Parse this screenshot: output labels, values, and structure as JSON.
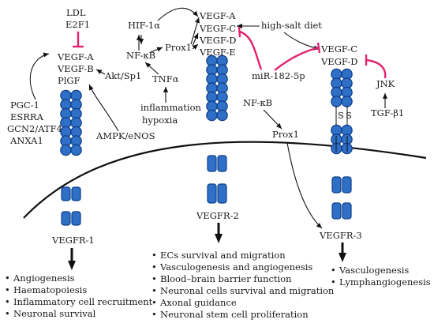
{
  "ligands": {
    "group1": [
      "VEGF-A",
      "VEGF-B",
      "PlGF"
    ],
    "group2": [
      "VEGF-A",
      "VEGF-C",
      "VEGF-D",
      "VEGF-E"
    ],
    "group3": [
      "VEGF-C",
      "VEGF-D"
    ]
  },
  "regulators": {
    "ldl": "LDL",
    "e2f1": "E2F1",
    "hif": "HIF-1α",
    "prox1_top": "Prox1",
    "nfkb_top": "NF-κB",
    "tnf": "TNFα",
    "aktsp1": "Akt/Sp1",
    "inflammation": "inflammation",
    "hypoxia": "hypoxia",
    "ampk": "AMPK/eNOS",
    "left_factors": [
      "PGC-1",
      "ESRRA",
      "GCN2/ATF4",
      "ANXA1"
    ],
    "high_salt": "high-salt diet",
    "mir": "miR-182-5p",
    "jnk": "JNK",
    "tgf": "TGF-β1",
    "nfkb_mid": "NF-κB",
    "prox1_mid": "Prox1"
  },
  "receptors": [
    "VEGFR-1",
    "VEGFR-2",
    "VEGFR-3"
  ],
  "ss_label": "S",
  "outcomes": {
    "r1": [
      "Angiogenesis",
      "Haematopoiesis",
      "Inflammatory cell recruitment",
      "Neuronal survival"
    ],
    "r2": [
      "ECs survival and migration",
      "Vasculogenesis and angiogenesis",
      "Blood–brain barrier function",
      "Neuronal cells survival and migration",
      "Axonal guidance",
      "Neuronal stem cell proliferation"
    ],
    "r3": [
      "Vasculogenesis",
      "Lymphangiogenesis"
    ]
  },
  "bullet": "•",
  "colors": {
    "receptor": "#2f6fc6",
    "receptor_outline": "#0e3f8c",
    "inhibition": "#e0226f",
    "line": "#111111"
  }
}
